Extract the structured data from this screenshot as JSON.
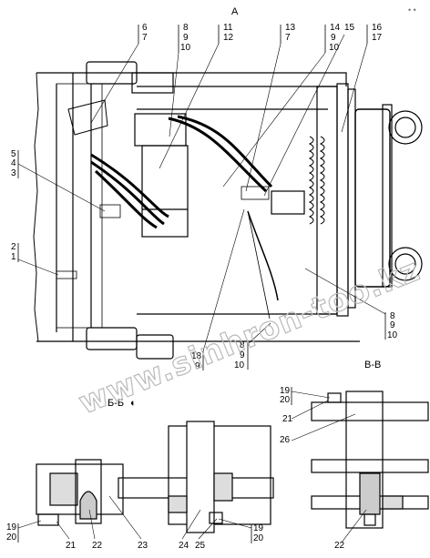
{
  "views": {
    "main": "А",
    "section_bb": "Б-Б",
    "section_bb_symbol": "◐",
    "section_vv": "В-В"
  },
  "top_callouts": [
    {
      "label_1": "6",
      "label_2": "7",
      "label_3": ""
    },
    {
      "label_1": "8",
      "label_2": "9",
      "label_3": "10"
    },
    {
      "label_1": "11",
      "label_2": "12",
      "label_3": ""
    },
    {
      "label_1": "13",
      "label_2": "7",
      "label_3": ""
    },
    {
      "label_1": "14",
      "label_2": "9",
      "label_3": "10"
    },
    {
      "label_1": "15",
      "label_2": "",
      "label_3": ""
    },
    {
      "label_1": "16",
      "label_2": "17",
      "label_3": ""
    }
  ],
  "left_callouts": [
    {
      "label_1": "5",
      "label_2": "4",
      "label_3": "3"
    },
    {
      "label_1": "2",
      "label_2": "1",
      "label_3": ""
    }
  ],
  "right_callout": {
    "label_1": "8",
    "label_2": "9",
    "label_3": "10"
  },
  "bottom_callouts": [
    {
      "label_1": "18",
      "label_2": "9"
    },
    {
      "label_1": "8",
      "label_2": "9",
      "label_3": "10"
    }
  ],
  "section_bb_labels": {
    "left_19_20": [
      "19",
      "20"
    ],
    "right_19_20": [
      "19",
      "20"
    ],
    "bottom": [
      "21",
      "22",
      "23",
      "24",
      "25"
    ]
  },
  "section_vv_labels": {
    "top_19_20": [
      "19",
      "20"
    ],
    "l21": "21",
    "l26": "26",
    "l22": "22"
  },
  "watermark": "www.sinhron-too.kz",
  "corner_tag": "• •"
}
